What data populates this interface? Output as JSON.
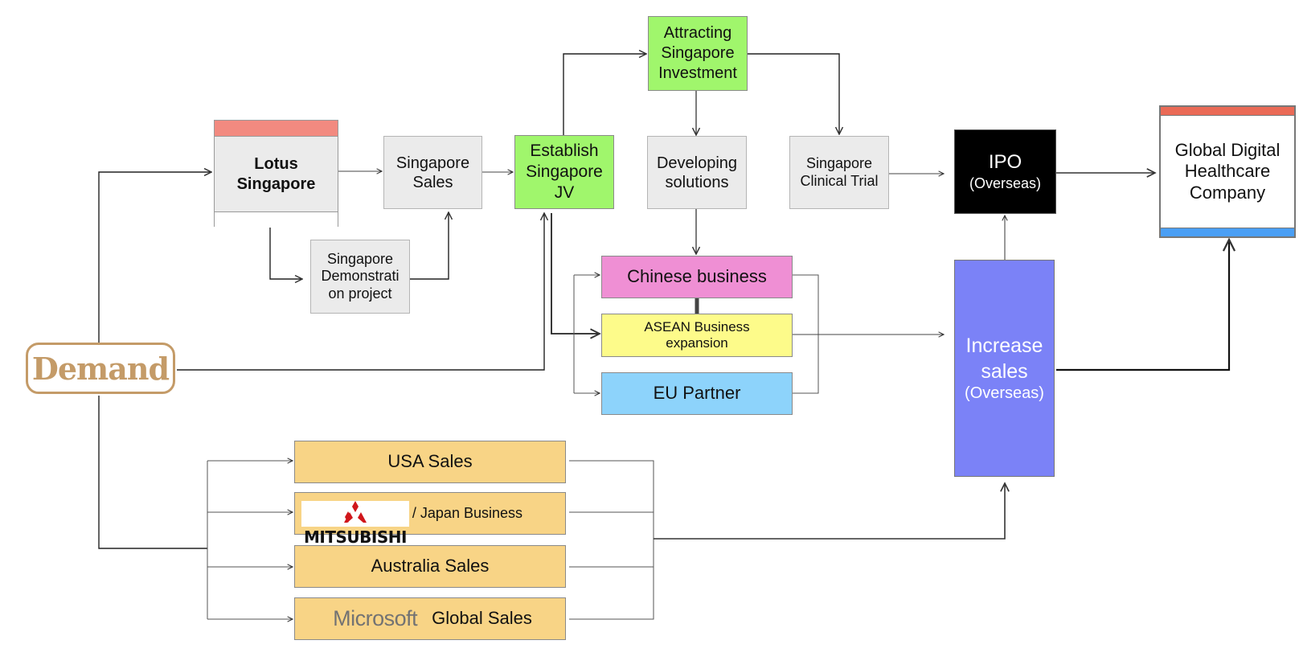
{
  "diagram": {
    "demand": {
      "label": "Demand"
    },
    "lotus_singapore": {
      "label_line1": "Lotus",
      "label_line2": "Singapore"
    },
    "singapore_sales": {
      "label_line1": "Singapore",
      "label_line2": "Sales"
    },
    "singapore_demo": {
      "label_line1": "Singapore",
      "label_line2": "Demonstrati",
      "label_line3": "on project"
    },
    "establish_jv": {
      "label_line1": "Establish",
      "label_line2": "Singapore",
      "label_line3": "JV"
    },
    "attracting_investment": {
      "label_line1": "Attracting",
      "label_line2": "Singapore",
      "label_line3": "Investment"
    },
    "developing_solutions": {
      "label_line1": "Developing",
      "label_line2": "solutions"
    },
    "clinical_trial": {
      "label_line1": "Singapore",
      "label_line2": "Clinical Trial"
    },
    "ipo": {
      "label": "IPO",
      "sublabel": "(Overseas)"
    },
    "global_company": {
      "label_line1": "Global Digital",
      "label_line2": "Healthcare",
      "label_line3": "Company"
    },
    "chinese_business": {
      "label": "Chinese business"
    },
    "asean_business": {
      "label_line1": "ASEAN Business",
      "label_line2": "expansion"
    },
    "eu_partner": {
      "label": "EU Partner"
    },
    "increase_sales": {
      "label_line1": "Increase",
      "label_line2": "sales",
      "sublabel": "(Overseas)"
    },
    "usa_sales": {
      "label": "USA Sales"
    },
    "japan_business": {
      "logo_text": "MITSUBISHI",
      "label": "/ Japan Business"
    },
    "australia_sales": {
      "label": "Australia Sales"
    },
    "global_sales": {
      "logo_text": "Microsoft",
      "label": "Global Sales"
    }
  },
  "colors": {
    "demand": "#c49b68",
    "green": "#a0f66c",
    "pink": "#ef8fd4",
    "yellow": "#fdfb8a",
    "light_blue": "#8dd3fb",
    "orange": "#f8d486",
    "purple": "#7b82f7",
    "header_red": "#f28a80",
    "footer_blue": "#4a9ff5"
  },
  "icons": {
    "mitsubishi": "mitsubishi-logo-icon",
    "microsoft": "microsoft-logo-icon"
  }
}
